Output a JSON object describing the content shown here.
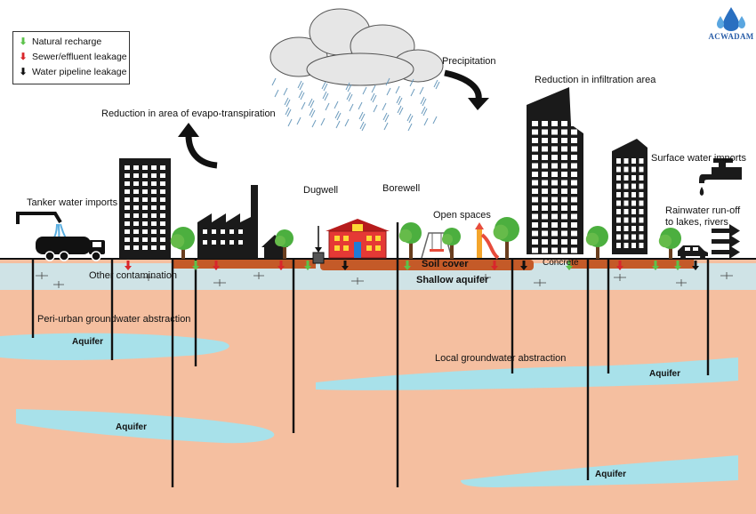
{
  "legend": {
    "natural": "Natural recharge",
    "sewer": "Sewer/effluent leakage",
    "water": "Water pipeline leakage",
    "colors": {
      "natural": "#5cc24a",
      "sewer": "#d9262b",
      "water": "#111111"
    }
  },
  "logo": {
    "text": "ACWADAM",
    "icon": "water-drops-icon"
  },
  "labels": {
    "precipitation": "Precipitation",
    "reduction_infiltration": "Reduction in infiltration area",
    "reduction_evapo": "Reduction in area of evapo-transpiration",
    "tanker": "Tanker water imports",
    "surface_water": "Surface water imports",
    "runoff_line1": "Rainwater run-off",
    "runoff_line2": "to lakes, rivers",
    "dugwell": "Dugwell",
    "borewell": "Borewell",
    "open_spaces": "Open spaces",
    "soil_cover": "Soil cover",
    "concrete": "Concrete",
    "shallow_aquifer": "Shallow aquifer",
    "other_contamination": "Other contamination",
    "periurban": "Peri-urban groundwater abstraction",
    "local_abstraction": "Local groundwater abstraction",
    "aquifer": "Aquifer"
  },
  "colors": {
    "soil": "#f5bfa0",
    "shallow": "#cfe3e6",
    "aquifer": "#a8e1ea",
    "topsoil": "#c45a28",
    "building": "#1a1a1a",
    "tree": "#4caf3f",
    "cloud": "#e6e6e6"
  }
}
